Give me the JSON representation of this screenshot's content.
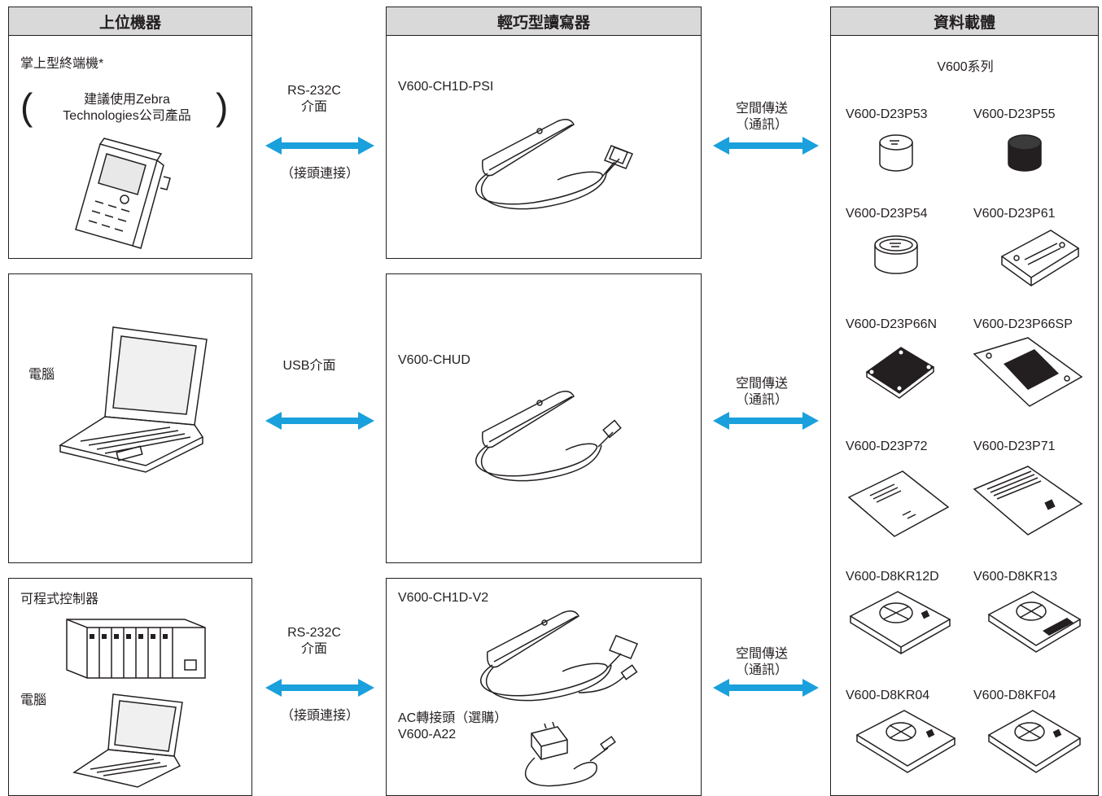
{
  "columns": {
    "host": "上位機器",
    "reader": "輕巧型讀寫器",
    "carrier": "資料載體"
  },
  "host": {
    "handheld_label": "掌上型終端機*",
    "handheld_note_line1": "建議使用Zebra",
    "handheld_note_line2": "Technologies公司產品",
    "pc_label": "電腦",
    "plc_label": "可程式控制器",
    "pc2_label": "電腦"
  },
  "links": {
    "rs232_1_line1": "RS-232C",
    "rs232_1_line2": "介面",
    "connector_1": "（接頭連接）",
    "usb": "USB介面",
    "rs232_2_line1": "RS-232C",
    "rs232_2_line2": "介面",
    "connector_2": "（接頭連接）",
    "space_1_line1": "空間傳送",
    "space_1_line2": "（通訊）",
    "space_2_line1": "空間傳送",
    "space_2_line2": "（通訊）",
    "space_3_line1": "空間傳送",
    "space_3_line2": "（通訊）"
  },
  "readers": {
    "r1": "V600-CH1D-PSI",
    "r2": "V600-CHUD",
    "r3": "V600-CH1D-V2",
    "adapter_line1": "AC轉接頭（選購）",
    "adapter_line2": "V600-A22"
  },
  "carriers": {
    "series": "V600系列",
    "items": [
      "V600-D23P53",
      "V600-D23P55",
      "V600-D23P54",
      "V600-D23P61",
      "V600-D23P66N",
      "V600-D23P66SP",
      "V600-D23P72",
      "V600-D23P71",
      "V600-D8KR12D",
      "V600-D8KR13",
      "V600-D8KR04",
      "V600-D8KF04"
    ]
  },
  "colors": {
    "arrow": "#1aa0dc",
    "header_bg": "#d9d9d9",
    "line": "#231f20"
  }
}
